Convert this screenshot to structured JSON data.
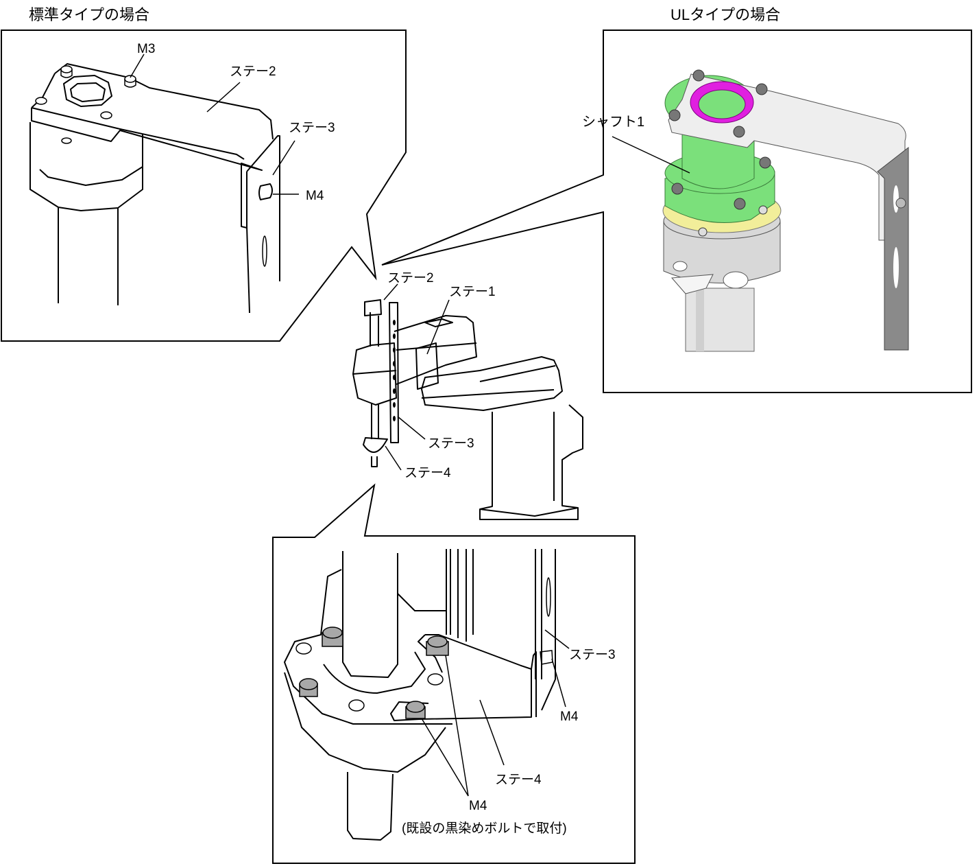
{
  "titles": {
    "standard": "標準タイプの場合",
    "ul": "ULタイプの場合"
  },
  "standard_panel": {
    "labels": {
      "m3": "M3",
      "stay2": "ステー2",
      "stay3": "ステー3",
      "m4": "M4"
    }
  },
  "ul_panel": {
    "labels": {
      "shaft1": "シャフト1"
    },
    "colors": {
      "shaft": "#7be07b",
      "collar": "#e020e0",
      "plate": "#eeeeee",
      "washer": "#f2ee9a",
      "body": "#d8d8d8",
      "bracket": "#8a8a8a"
    }
  },
  "overview": {
    "labels": {
      "stay1": "ステー1",
      "stay2": "ステー2",
      "stay3": "ステー3",
      "stay4": "ステー4"
    }
  },
  "bottom_panel": {
    "labels": {
      "stay3": "ステー3",
      "m4_side": "M4",
      "stay4": "ステー4",
      "m4_bottom": "M4",
      "note": "(既設の黒染めボルトで取付)"
    },
    "colors": {
      "bolt": "#a8a8a8"
    }
  }
}
